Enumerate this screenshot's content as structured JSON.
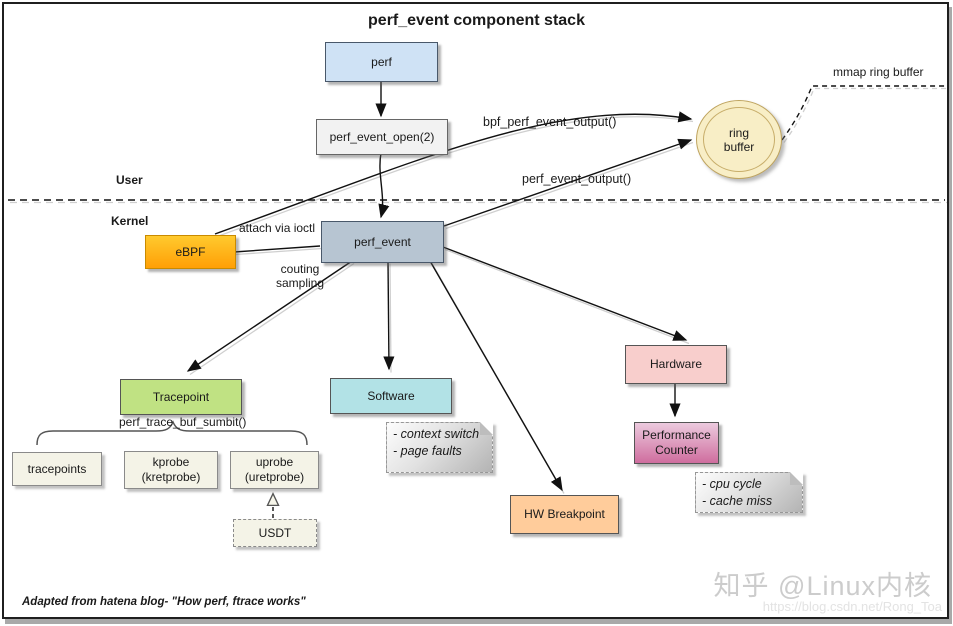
{
  "title": "perf_event component stack",
  "regions": {
    "user": "User",
    "kernel": "Kernel"
  },
  "nodes": {
    "perf": "perf",
    "perf_event_open": "perf_event_open(2)",
    "ring_buffer": "ring\nbuffer",
    "ebpf": "eBPF",
    "perf_event": "perf_event",
    "tracepoint": "Tracepoint",
    "software": "Software",
    "hardware": "Hardware",
    "performance_counter": "Performance\nCounter",
    "hw_breakpoint": "HW Breakpoint",
    "tracepoints": "tracepoints",
    "kprobe": "kprobe\n(kretprobe)",
    "uprobe": "uprobe\n(uretprobe)",
    "usdt": "USDT"
  },
  "edge_labels": {
    "mmap_ring_buffer": "mmap ring buffer",
    "bpf_perf_event_output": "bpf_perf_event_output()",
    "perf_event_output": "perf_event_output()",
    "attach_via_ioctl": "attach via ioctl",
    "counting_sampling": "couting\nsampling",
    "perf_trace_buf_submit": "perf_trace_buf_sumbit()"
  },
  "notes": {
    "software_events": "- context switch\n- page faults",
    "hardware_events": "- cpu cycle\n- cache miss"
  },
  "footer_credit": "Adapted from hatena blog- \"How perf, ftrace works\"",
  "watermark": {
    "line1": "知乎 @Linux内核",
    "line2": "https://blog.csdn.net/Rong_Toa"
  },
  "colors": {
    "perf_fill": "#cfe2f5",
    "perf_event_open_fill": "#f2f2f2",
    "ring_buffer_fill": "#f8eec6",
    "ebpf_fill": "#ffb114",
    "perf_event_fill": "#b7c5d2",
    "tracepoint_fill": "#c0e283",
    "software_fill": "#b2e2e6",
    "hardware_fill": "#f8cecc",
    "performance_counter_fill": "#d886ae",
    "hw_breakpoint_fill": "#ffcc9b",
    "probe_box_fill": "#f4f3e7",
    "note_fill": "#c9c9c9"
  }
}
